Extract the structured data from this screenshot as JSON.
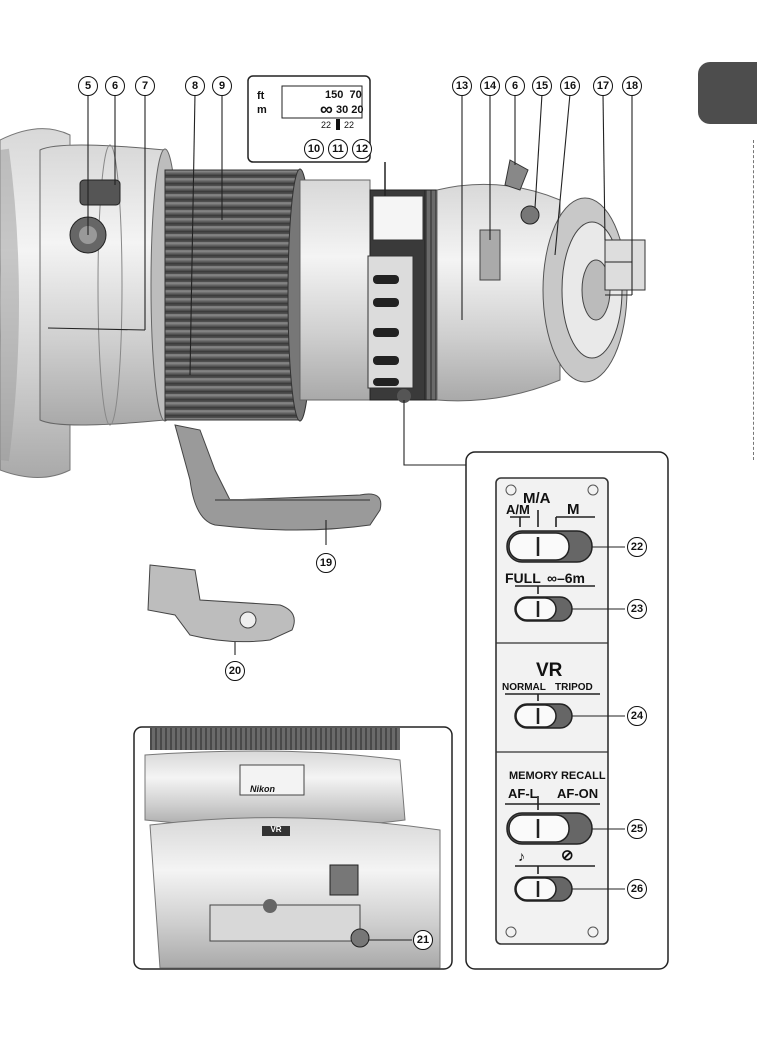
{
  "tab_color": "#4d4d4d",
  "callouts": {
    "n5": "5",
    "n6": "6",
    "n7": "7",
    "n8": "8",
    "n9": "9",
    "n10": "10",
    "n11": "11",
    "n12": "12",
    "n13": "13",
    "n14": "14",
    "n6b": "6",
    "n15": "15",
    "n16": "16",
    "n17": "17",
    "n18": "18",
    "n19": "19",
    "n20": "20",
    "n21": "21",
    "n22": "22",
    "n23": "23",
    "n24": "24",
    "n25": "25",
    "n26": "26"
  },
  "distance_scale": {
    "ft_label": "ft",
    "m_label": "m",
    "ft_values": "150  70",
    "m_values": "30 20",
    "infinity": "∞",
    "dof_left": "22",
    "dof_right": "22"
  },
  "switch_panel": {
    "focus_mode": {
      "a_m": "A/M",
      "m_a": "M/A",
      "m": "M"
    },
    "limit": {
      "full": "FULL",
      "range": "∞–6m"
    },
    "vr": {
      "title": "VR",
      "normal": "NORMAL",
      "tripod": "TRIPOD"
    },
    "memory": {
      "title": "MEMORY RECALL",
      "afl": "AF-L",
      "afon": "AF-ON"
    },
    "beep": {
      "on": "♪",
      "off": "⊘"
    }
  },
  "lens_printing": {
    "brand": "Nikon",
    "vr_badge": "VR"
  }
}
